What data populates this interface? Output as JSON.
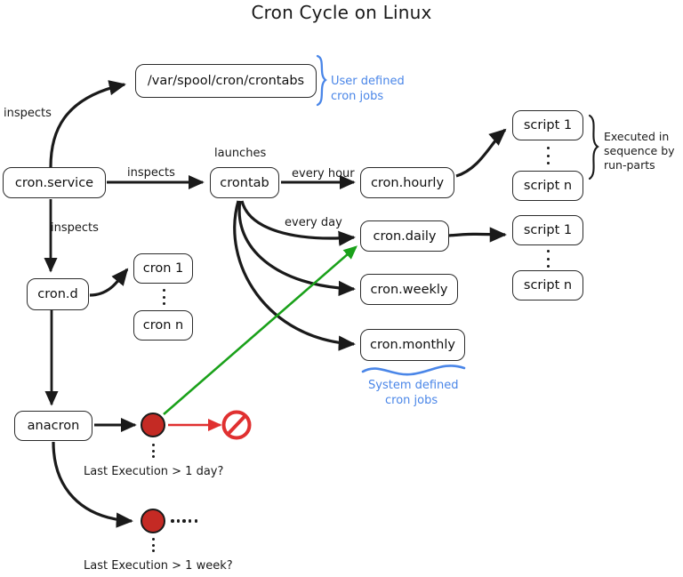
{
  "title": "Cron Cycle on Linux",
  "colors": {
    "blue_annotation": "#4a86e8",
    "red": "#c42a24",
    "red_arrow": "#e03030",
    "green_arrow": "#1aa11a",
    "stroke": "#1a1a1a"
  },
  "nodes": {
    "crontabs_dir": "/var/spool/cron/crontabs",
    "cron_service": "cron.service",
    "crontab": "crontab",
    "cron_d": "cron.d",
    "cron_1": "cron 1",
    "cron_n": "cron n",
    "cron_hourly": "cron.hourly",
    "cron_daily": "cron.daily",
    "cron_weekly": "cron.weekly",
    "cron_monthly": "cron.monthly",
    "hourly_script_1": "script 1",
    "hourly_script_n": "script n",
    "daily_script_1": "script 1",
    "daily_script_n": "script n",
    "anacron": "anacron"
  },
  "edge_labels": {
    "inspects_crontabs": "inspects",
    "inspects_crontab": "inspects",
    "inspects_crond": "inspects",
    "launches": "launches",
    "every_hour": "every hour",
    "every_day": "every day"
  },
  "annotations": {
    "user_defined_line1": "User defined",
    "user_defined_line2": "cron jobs",
    "system_defined_line1": "System defined",
    "system_defined_line2": "cron jobs"
  },
  "notes": {
    "run_parts_line1": "Executed in",
    "run_parts_line2": "sequence by",
    "run_parts_line3": "run-parts"
  },
  "captions": {
    "last_exec_day": "Last Execution > 1 day?",
    "last_exec_week": "Last Execution > 1 week?"
  },
  "icons": {
    "prohibition": "prohibition-icon",
    "decision_day": "red-decision-dot-day",
    "decision_week": "red-decision-dot-week"
  }
}
